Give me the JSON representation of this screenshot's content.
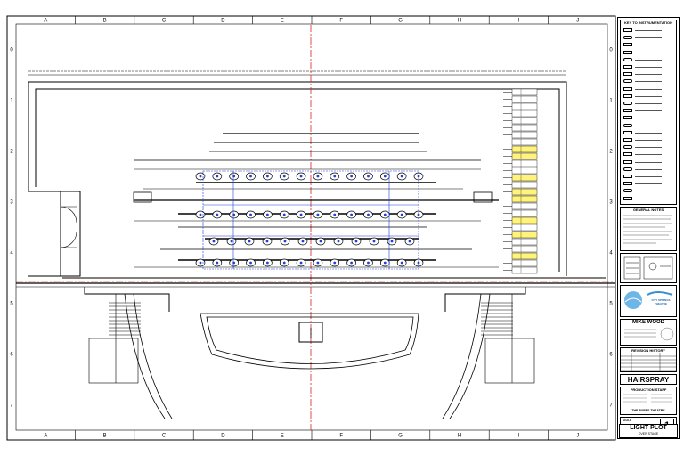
{
  "grid": {
    "columns": [
      "A",
      "B",
      "C",
      "D",
      "E",
      "F",
      "G",
      "H",
      "I",
      "J"
    ],
    "rows": [
      "0",
      "1",
      "2",
      "3",
      "4",
      "5",
      "6",
      "7"
    ]
  },
  "title_block": {
    "key_title": "KEY TO INSTRUMENTATION",
    "general_notes_title": "GENERAL NOTES",
    "venue_logo": "CITY SPRINGS THEATRE",
    "designer": "MIKE WOOD",
    "revision_title": "REVISION HISTORY",
    "show_title": "HAIRSPRAY",
    "production_staff_title": "PRODUCTION STAFF",
    "theater_name": "- THE BYERS THEATRE -",
    "scale_label": "SCALE",
    "sheet_number": "1",
    "drawing_title": "LIGHT PLOT",
    "drawing_subtitle": "OVER STAGE"
  },
  "colors": {
    "line": "#000000",
    "centerline": "#e02020",
    "fixture_blue": "#1f3fd6",
    "highlight": "#fff37a",
    "label_green": "#2a8a2a"
  }
}
